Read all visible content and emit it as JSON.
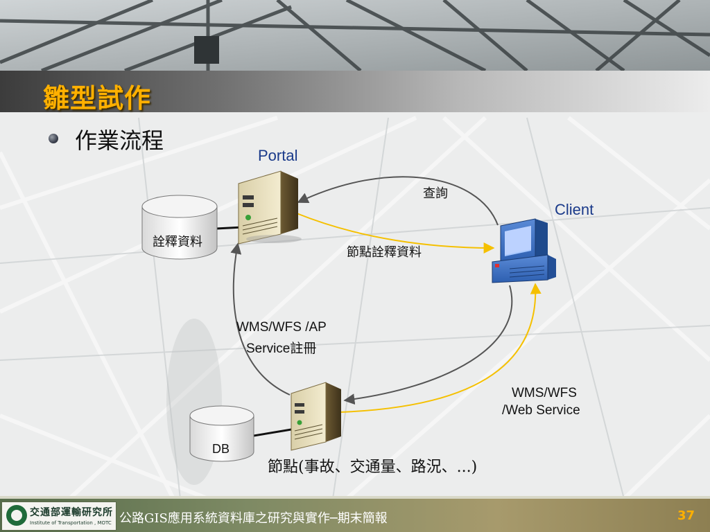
{
  "slide": {
    "title": "雛型試作",
    "bullet": "作業流程"
  },
  "diagram": {
    "nodes": {
      "portal": "Portal",
      "client": "Client",
      "annotation_db": "詮釋資料",
      "db": "DB",
      "node_server": "節點(事故、交通量、路況、...)"
    },
    "edges": {
      "query": "查詢",
      "node_metadata": "節點詮釋資料",
      "register_line1": "WMS/WFS /AP",
      "register_line2": "Service註冊",
      "service_line1": "WMS/WFS",
      "service_line2": "/Web Service"
    }
  },
  "footer": {
    "org_name": "交通部運輸研究所",
    "org_name_en": "Institute of Transportation , MOTC",
    "text": "公路GIS應用系統資料庫之研究與實作─期末簡報",
    "page_number": "37"
  },
  "colors": {
    "title": "#ffb000",
    "arrow_gray": "#555555",
    "arrow_yellow": "#f5c000",
    "label_blue": "#1a3a8a"
  }
}
